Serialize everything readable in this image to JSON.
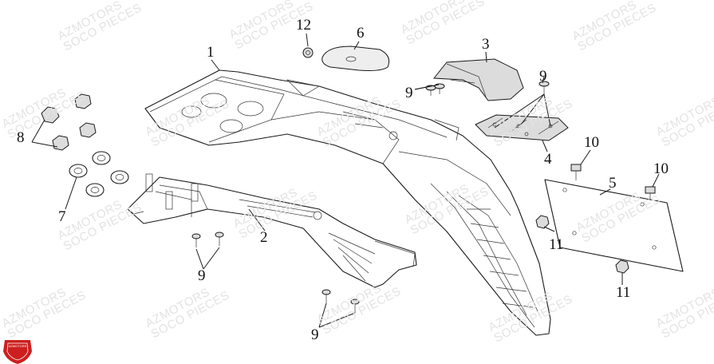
{
  "watermark": {
    "line1": "AZMOTORS",
    "line2": "SOCO PIECES"
  },
  "logo": {
    "text": "AZMOTORS",
    "color": "#cc1f1f"
  },
  "callouts": [
    "1",
    "2",
    "3",
    "4",
    "5",
    "6",
    "7",
    "8",
    "9",
    "9",
    "9",
    "9",
    "10",
    "10",
    "11",
    "11",
    "12"
  ]
}
